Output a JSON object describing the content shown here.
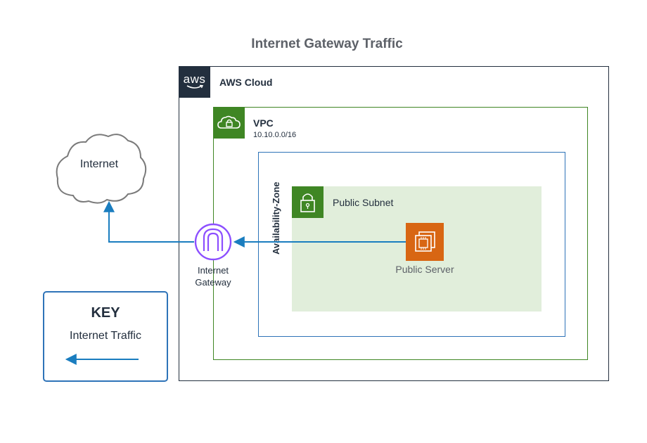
{
  "title": "Internet Gateway Traffic",
  "aws_cloud": {
    "logo_text": "aws",
    "label": "AWS Cloud"
  },
  "vpc": {
    "label": "VPC",
    "cidr": "10.10.0.0/16"
  },
  "availability_zone": {
    "label": "Availability-Zone"
  },
  "public_subnet": {
    "label": "Public Subnet"
  },
  "public_server": {
    "label": "Public Server"
  },
  "internet_gateway": {
    "label_line1": "Internet",
    "label_line2": "Gateway"
  },
  "internet": {
    "label": "Internet"
  },
  "key": {
    "title": "KEY",
    "label": "Internet Traffic"
  },
  "colors": {
    "aws_dark": "#232f3e",
    "vpc_green": "#3f8624",
    "az_blue": "#2e73b8",
    "subnet_fill": "#e1eedb",
    "server_orange": "#d86613",
    "gateway_purple": "#8c4fff",
    "traffic_arrow": "#1a7dbf"
  },
  "icons": [
    "aws-logo",
    "cloud-lock-icon",
    "padlock-icon",
    "ec2-instance-icon",
    "internet-gateway-icon",
    "internet-cloud-icon"
  ]
}
